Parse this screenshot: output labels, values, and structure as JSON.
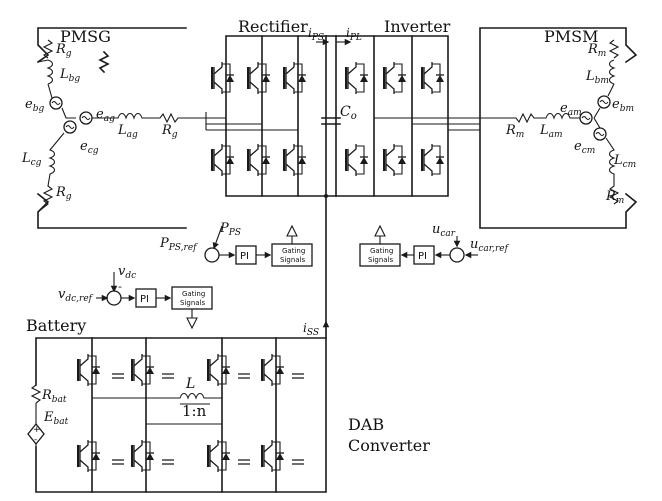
{
  "labels": {
    "pmsg": "PMSG",
    "rectifier": "Rectifier",
    "inverter": "Inverter",
    "pmsm": "PMSM",
    "battery": "Battery",
    "dab_line1": "DAB",
    "dab_line2": "Converter",
    "ratio": "1:n",
    "pi": "PI",
    "gating_line1": "Gating",
    "gating_line2": "Signals",
    "minus": "-",
    "plus": "+"
  },
  "currents": {
    "i_ps": {
      "base": "i",
      "sub": "PS"
    },
    "i_pl": {
      "base": "i",
      "sub": "PL"
    },
    "i_ss": {
      "base": "i",
      "sub": "SS"
    }
  },
  "generator_side": {
    "Rg_top": {
      "base": "R",
      "sub": "g"
    },
    "Lbg": {
      "base": "L",
      "sub": "bg"
    },
    "ebg": {
      "base": "e",
      "sub": "bg"
    },
    "eag": {
      "base": "e",
      "sub": "ag"
    },
    "ecg": {
      "base": "e",
      "sub": "cg"
    },
    "Lag": {
      "base": "L",
      "sub": "ag"
    },
    "Rg_mid": {
      "base": "R",
      "sub": "g"
    },
    "Lcg": {
      "base": "L",
      "sub": "cg"
    },
    "Rg_bot": {
      "base": "R",
      "sub": "g"
    }
  },
  "motor_side": {
    "Rm_top": {
      "base": "R",
      "sub": "m"
    },
    "Lbm": {
      "base": "L",
      "sub": "bm"
    },
    "ebm": {
      "base": "e",
      "sub": "bm"
    },
    "eam": {
      "base": "e",
      "sub": "am"
    },
    "ecm": {
      "base": "e",
      "sub": "cm"
    },
    "Lam": {
      "base": "L",
      "sub": "am"
    },
    "Rm_mid": {
      "base": "R",
      "sub": "m"
    },
    "Lcm": {
      "base": "L",
      "sub": "cm"
    },
    "Rm_bot": {
      "base": "R",
      "sub": "m"
    }
  },
  "dc_link": {
    "Co": {
      "base": "C",
      "sub": "o"
    }
  },
  "dab": {
    "L": "L",
    "Rbat": {
      "base": "R",
      "sub": "bat"
    },
    "Ebat": {
      "base": "E",
      "sub": "bat"
    }
  },
  "control": {
    "P_ps": {
      "base": "P",
      "sub": "PS"
    },
    "P_ps_ref": {
      "base": "P",
      "sub": "PS,ref"
    },
    "u_car": {
      "base": "u",
      "sub": "car"
    },
    "u_car_ref": {
      "base": "u",
      "sub": "car,ref"
    },
    "v_dc": {
      "base": "v",
      "sub": "dc"
    },
    "v_dc_ref": {
      "base": "v",
      "sub": "dc,ref"
    }
  }
}
